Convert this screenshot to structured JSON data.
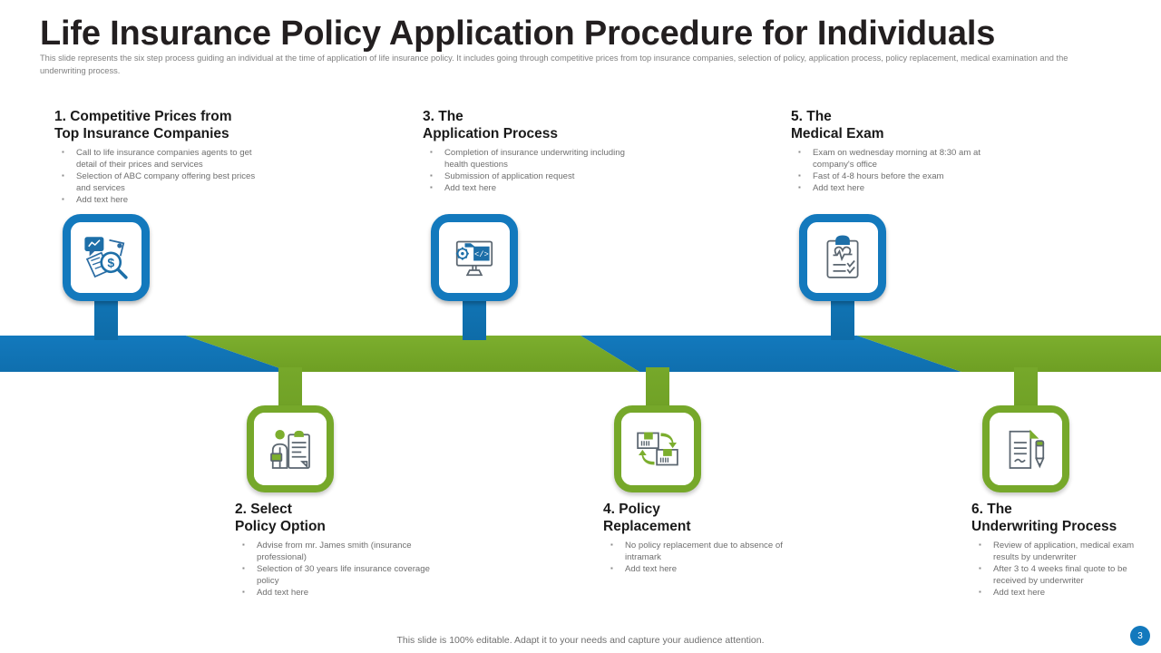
{
  "slide": {
    "title": "Life Insurance Policy Application Procedure for Individuals",
    "subtitle": "This slide represents the six step process guiding an individual at the time of application of life insurance policy. It includes going through competitive prices from top insurance companies, selection of policy, application process, policy replacement, medical examination and the underwriting process.",
    "footer_note": "This slide is 100% editable. Adapt it to your  needs and capture your audience attention.",
    "page_number": "3"
  },
  "colors": {
    "blue": "#1379bd",
    "green": "#76a82a",
    "title_text": "#231f20",
    "body_text": "#6f6f6f"
  },
  "steps": [
    {
      "id": "step-1",
      "accent": "blue",
      "position": "top",
      "heading": "1. Competitive Prices from\nTop Insurance Companies",
      "icon": "chart-magnifier-dollar-icon",
      "bullets": [
        "Call to life insurance companies agents to get detail of their prices and services",
        "Selection of ABC company offering best prices and services",
        "Add text here"
      ]
    },
    {
      "id": "step-2",
      "accent": "green",
      "position": "bottom",
      "heading": "2. Select\nPolicy Option",
      "icon": "agent-clipboard-icon",
      "bullets": [
        "Advise from mr. James smith (insurance professional)",
        "Selection of  30 years life insurance coverage policy",
        "Add text here"
      ]
    },
    {
      "id": "step-3",
      "accent": "blue",
      "position": "top",
      "heading": "3. The\nApplication Process",
      "icon": "monitor-code-gear-icon",
      "bullets": [
        "Completion  of insurance underwriting including health questions",
        "Submission of application request",
        "Add text here"
      ]
    },
    {
      "id": "step-4",
      "accent": "green",
      "position": "bottom",
      "heading": "4. Policy\nReplacement",
      "icon": "package-exchange-icon",
      "bullets": [
        "No  policy replacement due to absence of intramark",
        "Add text here"
      ]
    },
    {
      "id": "step-5",
      "accent": "blue",
      "position": "top",
      "heading": "5. The\nMedical Exam",
      "icon": "medical-clipboard-heartbeat-icon",
      "bullets": [
        "Exam on wednesday morning at 8:30 am at company's office",
        "Fast of 4-8 hours before the exam",
        "Add text here"
      ]
    },
    {
      "id": "step-6",
      "accent": "green",
      "position": "bottom",
      "heading": "6. The\nUnderwriting Process",
      "icon": "document-pen-signature-icon",
      "bullets": [
        "Review of application, medical exam results by underwriter",
        "After 3 to 4  weeks final quote to be received by underwriter",
        "Add text here"
      ]
    }
  ]
}
